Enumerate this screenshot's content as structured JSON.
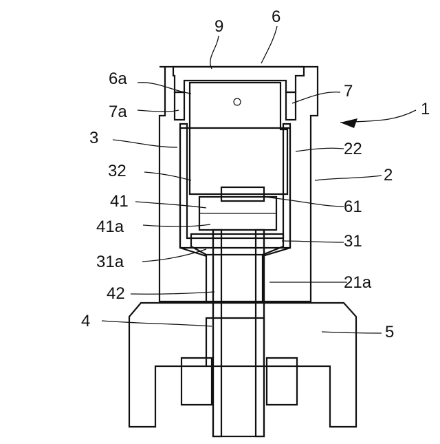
{
  "figure": {
    "labels": [
      {
        "id": "9",
        "text": "9"
      },
      {
        "id": "6",
        "text": "6"
      },
      {
        "id": "6a",
        "text": "6a"
      },
      {
        "id": "7",
        "text": "7"
      },
      {
        "id": "7a",
        "text": "7a"
      },
      {
        "id": "1",
        "text": "1"
      },
      {
        "id": "3",
        "text": "3"
      },
      {
        "id": "22",
        "text": "22"
      },
      {
        "id": "32",
        "text": "32"
      },
      {
        "id": "2",
        "text": "2"
      },
      {
        "id": "41",
        "text": "41"
      },
      {
        "id": "61",
        "text": "61"
      },
      {
        "id": "41a",
        "text": "41a"
      },
      {
        "id": "31",
        "text": "31"
      },
      {
        "id": "31a",
        "text": "31a"
      },
      {
        "id": "42",
        "text": "42"
      },
      {
        "id": "21a",
        "text": "21a"
      },
      {
        "id": "4",
        "text": "4"
      },
      {
        "id": "5",
        "text": "5"
      }
    ]
  }
}
